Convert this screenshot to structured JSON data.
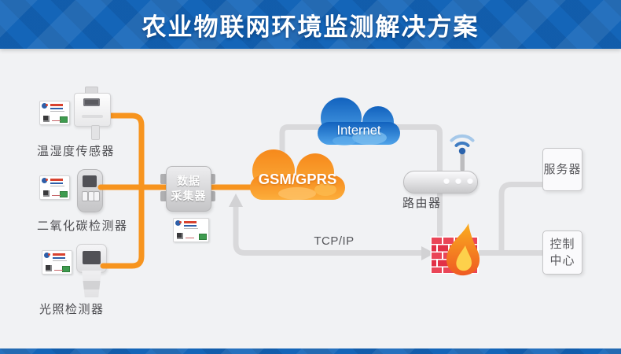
{
  "header": {
    "title": "农业物联网环境监测解决方案"
  },
  "devices": {
    "sensors": [
      {
        "label": "温湿度传感器"
      },
      {
        "label": "二氧化碳检测器"
      },
      {
        "label": "光照检测器"
      }
    ],
    "collector": {
      "line1": "数据",
      "line2": "采集器"
    }
  },
  "clouds": {
    "gsm_label": "GSM/GPRS",
    "internet_label": "Internet"
  },
  "network": {
    "router_label": "路由器",
    "protocol_label": "TCP/IP"
  },
  "endpoints": {
    "server_label": "服务器",
    "control_center_line1": "控制",
    "control_center_line2": "中心"
  },
  "colors": {
    "header_blue": "#1465B8",
    "cable_orange": "#F7941E",
    "cable_gray": "#D9D9DB",
    "gsm_cloud_orange": "#F6921E",
    "internet_cloud_blue": "#1B6CC4",
    "firewall_red": "#E73E4F",
    "flame_orange": "#F58220",
    "wifi_blue": "#3F7CC2",
    "background_gray": "#F1F2F4",
    "label_gray": "#4B4B4F"
  }
}
